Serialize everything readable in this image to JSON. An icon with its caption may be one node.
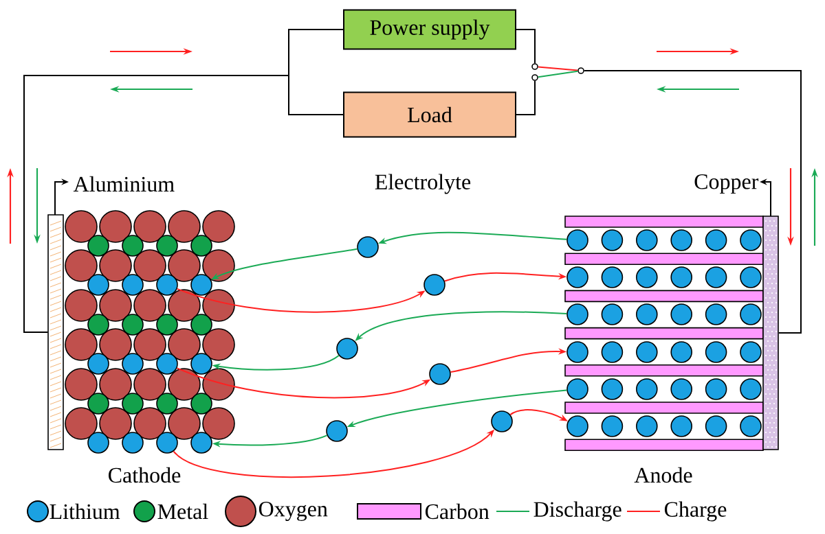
{
  "diagram": {
    "nodes": [
      {
        "text": [
          "Power supply"
        ]
      },
      {
        "text": [
          "Load"
        ]
      },
      {
        "text": [],
        "shape": "circle"
      },
      {
        "text": [],
        "shape": "circle"
      },
      {
        "text": [],
        "shape": "circle"
      },
      {
        "text": [],
        "shape": "circle"
      },
      {
        "text": [],
        "shape": "circle"
      },
      {
        "text": [],
        "shape": "circle"
      },
      {
        "text": [],
        "shape": "circle"
      },
      {
        "text": [],
        "shape": "circle"
      },
      {
        "text": [],
        "shape": "circle"
      },
      {
        "text": [],
        "shape": "circle"
      },
      {
        "text": [],
        "shape": "circle"
      },
      {
        "text": [],
        "shape": "circle"
      },
      {
        "text": [],
        "shape": "circle"
      },
      {
        "text": [],
        "shape": "circle"
      },
      {
        "text": [],
        "shape": "circle"
      },
      {
        "text": [],
        "shape": "circle"
      },
      {
        "text": [],
        "shape": "circle"
      },
      {
        "text": [],
        "shape": "circle"
      },
      {
        "text": [],
        "shape": "bar"
      },
      {
        "text": [],
        "shape": "bar"
      },
      {
        "text": [],
        "shape": "circle"
      },
      {
        "text": [],
        "shape": "circle"
      },
      {
        "text": [],
        "shape": "circle"
      },
      {
        "text": [],
        "shape": "circle"
      },
      {
        "text": [],
        "shape": "circle"
      },
      {
        "text": [],
        "shape": "circle"
      },
      {
        "text": [],
        "shape": "circle"
      },
      {
        "text": [],
        "shape": "circle"
      },
      {
        "text": [],
        "shape": "circle"
      }
    ],
    "edges": [
      {
        "from": 14,
        "to": 8,
        "arrow": "to",
        "color": "#1aaa55"
      },
      {
        "from": 8,
        "to": 2,
        "arrow": "to",
        "color": "#1aaa55"
      },
      {
        "from": 16,
        "to": 10,
        "arrow": "to",
        "color": "#1aaa55"
      },
      {
        "from": 10,
        "to": 4,
        "arrow": "to",
        "color": "#1aaa55"
      },
      {
        "from": 18,
        "to": 12,
        "arrow": "to",
        "color": "#1aaa55"
      },
      {
        "from": 12,
        "to": 6,
        "arrow": "to",
        "color": "#1aaa55"
      },
      {
        "from": 3,
        "to": 9,
        "arrow": "to",
        "color": "#ff2020"
      },
      {
        "from": 9,
        "to": 15,
        "arrow": "to",
        "color": "#ff2020"
      },
      {
        "from": 5,
        "to": 11,
        "arrow": "to",
        "color": "#ff2020"
      },
      {
        "from": 11,
        "to": 17,
        "arrow": "to",
        "color": "#ff2020"
      },
      {
        "from": 7,
        "to": 13,
        "arrow": "to",
        "color": "#ff2020"
      },
      {
        "from": 13,
        "to": 19,
        "arrow": "to",
        "color": "#ff2020"
      },
      {
        "from": 20,
        "to": 0,
        "arrow": "none",
        "color": "#000000"
      },
      {
        "from": 20,
        "to": 1,
        "arrow": "none",
        "color": "#000000"
      },
      {
        "from": 0,
        "to": 1,
        "arrow": "none",
        "color": "#000000"
      },
      {
        "from": 0,
        "to": 22,
        "arrow": "none",
        "color": "#000000"
      },
      {
        "from": 1,
        "to": 23,
        "arrow": "none",
        "color": "#000000"
      },
      {
        "from": 22,
        "to": 24,
        "arrow": "none",
        "color": "#ff2020"
      },
      {
        "from": 23,
        "to": 24,
        "arrow": "none",
        "color": "#1aaa55"
      },
      {
        "from": 24,
        "to": 21,
        "arrow": "none",
        "color": "#000000"
      }
    ],
    "labels": [
      "Aluminium",
      "Electrolyte",
      "Copper",
      "Cathode",
      "Anode"
    ],
    "legend": [
      {
        "text": "Lithium",
        "color": "#1ba1e2"
      },
      {
        "text": "Metal",
        "color": "#12a14b"
      },
      {
        "text": "Oxygen",
        "color": "#c0504d"
      },
      {
        "text": "Carbon",
        "color": "#ff99ff"
      },
      {
        "text": "Discharge"
      },
      {
        "text": "Charge"
      }
    ]
  }
}
